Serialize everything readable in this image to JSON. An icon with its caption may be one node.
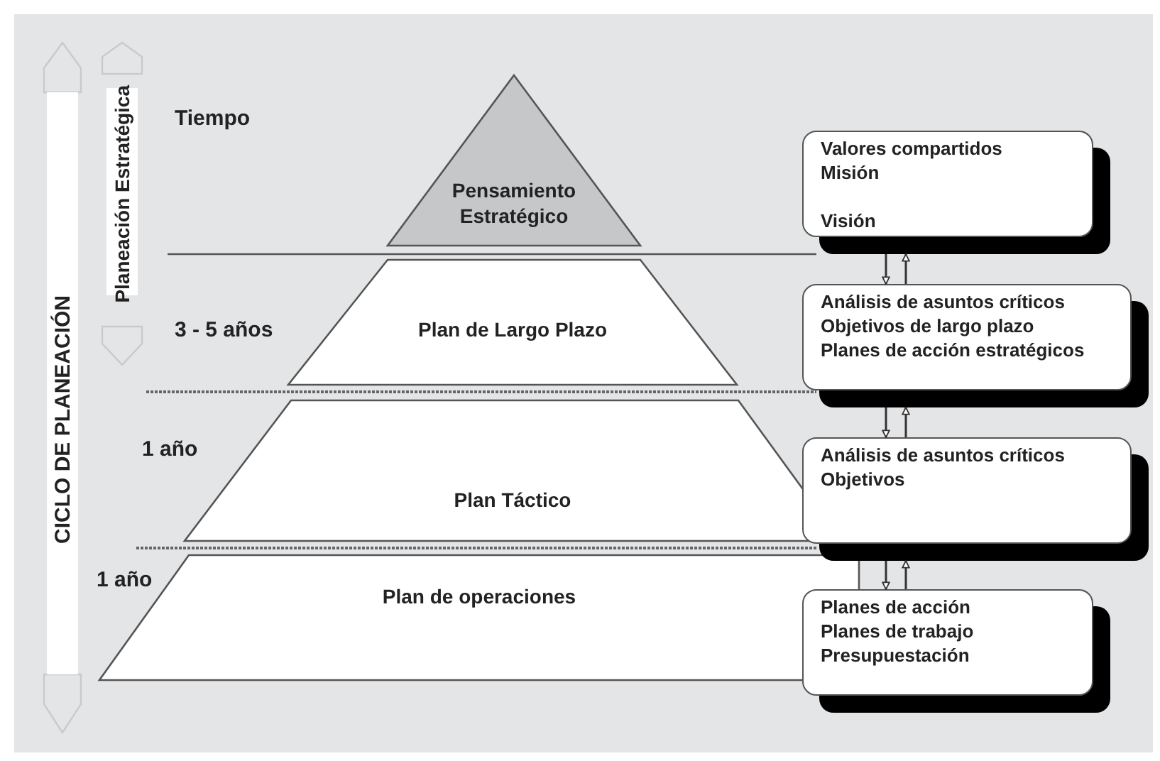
{
  "diagram": {
    "nodes": [
      {
        "text": [
          "Pensamiento Estratégico"
        ]
      },
      {
        "text": [
          "Plan de Largo Plazo"
        ]
      },
      {
        "text": [
          "Plan Táctico"
        ]
      },
      {
        "text": [
          "Plan de operaciones"
        ]
      },
      {
        "text": [
          "Valores compartidos",
          "Misión",
          "Visión"
        ]
      },
      {
        "text": [
          "Análisis de asuntos críticos",
          "Objetivos de largo plazo",
          "Planes de acción estratégicos"
        ]
      },
      {
        "text": [
          "Análisis de asuntos críticos",
          "Objetivos"
        ]
      },
      {
        "text": [
          "Planes de acción",
          "Planes de trabajo",
          "Presupuestación"
        ]
      }
    ],
    "edges": [
      {
        "from": 4,
        "to": 5,
        "arrow": "to"
      },
      {
        "from": 5,
        "to": 4,
        "arrow": "to"
      },
      {
        "from": 5,
        "to": 6,
        "arrow": "to"
      },
      {
        "from": 6,
        "to": 5,
        "arrow": "to"
      },
      {
        "from": 6,
        "to": 7,
        "arrow": "to"
      },
      {
        "from": 7,
        "to": 6,
        "arrow": "to"
      }
    ],
    "labels": [
      "CICLO DE PLANEACIÓN",
      "Planeación Estratégica",
      "Tiempo",
      "3 - 5 años",
      "1 año",
      "1 año"
    ]
  }
}
